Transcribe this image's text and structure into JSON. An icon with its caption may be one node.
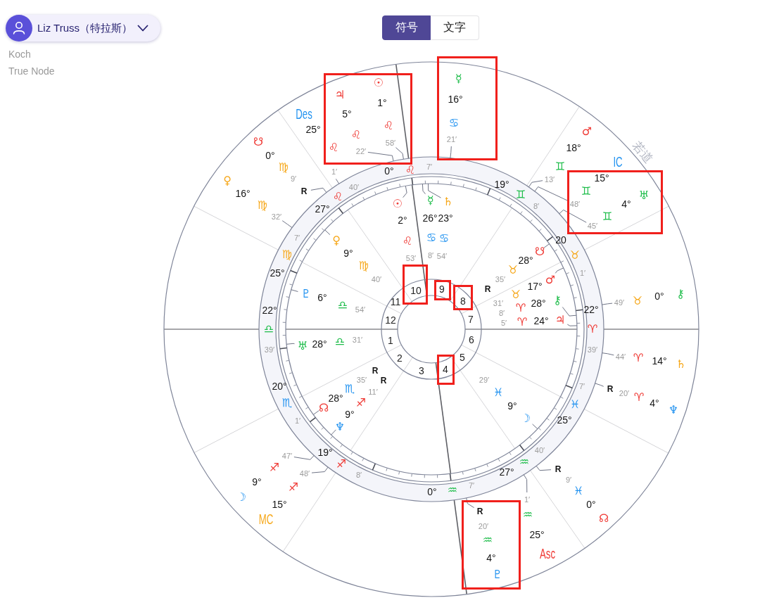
{
  "diagram": {
    "nodes": [
      {
        "text": [
          "Liz Truss（特拉斯）"
        ]
      },
      {
        "text": [
          "符号"
        ]
      },
      {
        "text": [
          "文字"
        ]
      },
      {
        "text": [
          "♃",
          "5°",
          "♌",
          "22′",
          "☉",
          "1°",
          "♌",
          "58′",
          "♌"
        ]
      },
      {
        "text": [
          "☿",
          "16°",
          "♋",
          "21′"
        ]
      },
      {
        "text": [
          "15°",
          "♊",
          "48′",
          "♅",
          "4°",
          "♊",
          "45′"
        ]
      },
      {
        "text": [
          "10"
        ]
      },
      {
        "text": [
          "9"
        ]
      },
      {
        "text": [
          "8"
        ]
      },
      {
        "text": [
          "4"
        ]
      },
      {
        "text": [
          "R",
          "20′",
          "♒",
          "4°",
          "♇"
        ]
      }
    ],
    "labels": [
      "Koch",
      "True Node",
      "若道",
      "Des",
      "25°",
      "1′",
      "☋",
      "0°",
      "♍",
      "9′",
      "R",
      "♀",
      "16°",
      "♍",
      "32′",
      "♂",
      "18°",
      "♊",
      "13′",
      "IC",
      "⚷",
      "0°",
      "♉",
      "49′",
      "♄",
      "14°",
      "♈",
      "44′",
      "♆",
      "4°",
      "♈",
      "20′",
      "R",
      "☊",
      "0°",
      "♓",
      "9′",
      "R",
      "Asc",
      "25°",
      "♒",
      "1′",
      "MC",
      "15°",
      "♐",
      "48′",
      "☽",
      "9°",
      "♐",
      "47′",
      "0°",
      "♌",
      "7′",
      "19°",
      "♊",
      "8′",
      "20",
      "♉",
      "1′",
      "22°",
      "♈",
      "39′",
      "25°",
      "♓",
      "7′",
      "27°",
      "♒",
      "40′",
      "0°",
      "♒",
      "7′",
      "19°",
      "♐",
      "8′",
      "20°",
      "♏",
      "1′",
      "22°",
      "♎",
      "39′",
      "25°",
      "♍",
      "7′",
      "27°",
      "♌",
      "40′",
      "☉",
      "2°",
      "♌",
      "53′",
      "☿",
      "26°",
      "♋",
      "8′",
      "♄",
      "23°",
      "♋",
      "54′",
      "♀",
      "9°",
      "♍",
      "40′",
      "♇",
      "6°",
      "♎",
      "54′",
      "♅",
      "28°",
      "♎",
      "31′",
      "☊",
      "28°",
      "♏",
      "35′",
      "R",
      "♆",
      "9°",
      "♐",
      "11′",
      "R",
      "☽",
      "9°",
      "♓",
      "29′",
      "☋",
      "28°",
      "♉",
      "35′",
      "R",
      "♂",
      "17°",
      "♉",
      "31′",
      "⚷",
      "28°",
      "♈",
      "8′",
      "♃",
      "24°",
      "♈",
      "5′",
      "1",
      "2",
      "3",
      "5",
      "6",
      "7",
      "11",
      "12"
    ]
  }
}
